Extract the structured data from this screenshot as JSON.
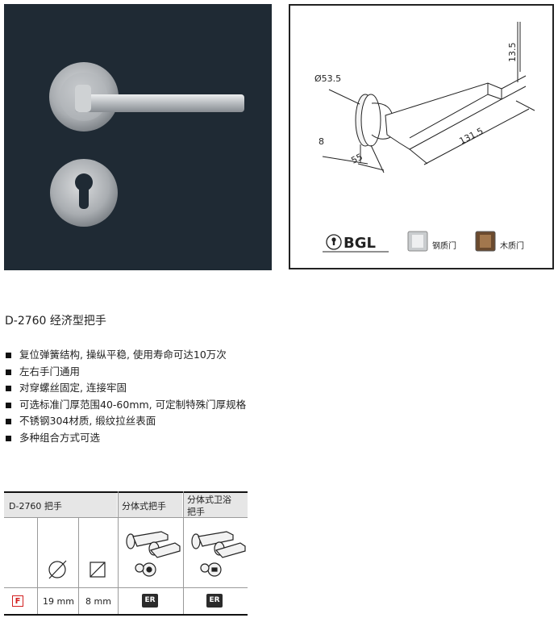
{
  "product": {
    "title": "D-2760 经济型把手",
    "features": [
      "复位弹簧结构, 操纵平稳, 使用寿命可达10万次",
      "左右手门通用",
      "对穿螺丝固定, 连接牢固",
      "可选标准门厚范围40-60mm, 可定制特殊门厚规格",
      "不锈钢304材质, 缎纹拉丝表面",
      "多种组合方式可选"
    ]
  },
  "drawing": {
    "dim_diameter": "Ø53.5",
    "dim_height": "13.5",
    "dim_length": "131.5",
    "dim_projection": "55",
    "dim_rose": "8",
    "brand": "BGL",
    "door_steel": "钢质门",
    "door_wood": "木质门"
  },
  "spec_table": {
    "header_model": "D-2760 把手",
    "header_col1": "分体式把手",
    "header_col2_line1": "分体式卫浴",
    "header_col2_line2": "把手",
    "diameter_value": "19 mm",
    "square_value": "8 mm",
    "badge_f": "F",
    "badge_er_1": "ER",
    "badge_er_2": "ER"
  },
  "colors": {
    "photo_bg": "#1f2a34",
    "header_bg": "#e6e6e6",
    "fire_red": "#d21f1f"
  }
}
